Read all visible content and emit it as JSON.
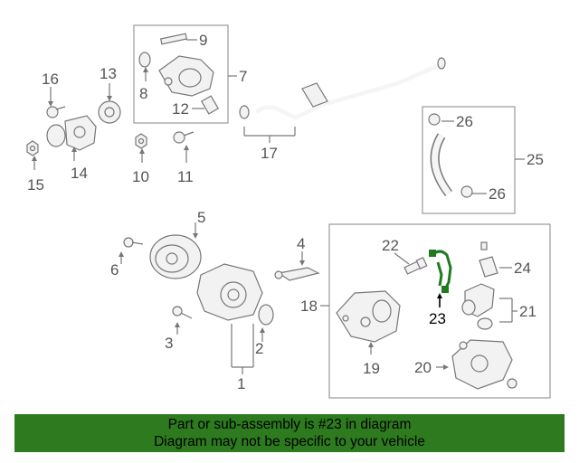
{
  "callouts": {
    "c1": "1",
    "c2": "2",
    "c3": "3",
    "c4": "4",
    "c5": "5",
    "c6": "6",
    "c7": "7",
    "c8": "8",
    "c9": "9",
    "c10": "10",
    "c11": "11",
    "c12": "12",
    "c13": "13",
    "c14": "14",
    "c15": "15",
    "c16": "16",
    "c17": "17",
    "c18": "18",
    "c19": "19",
    "c20": "20",
    "c21": "21",
    "c22": "22",
    "c23": "23",
    "c24": "24",
    "c25": "25",
    "c26a": "26",
    "c26b": "26"
  },
  "highlighted_part": "23",
  "colors": {
    "banner": "#2d7a1f",
    "highlight_part": "#1f7a1f",
    "line": "#777777"
  },
  "banner": {
    "line1": "Part or sub-assembly is #23 in diagram",
    "line2": "Diagram may not be specific to your vehicle"
  }
}
